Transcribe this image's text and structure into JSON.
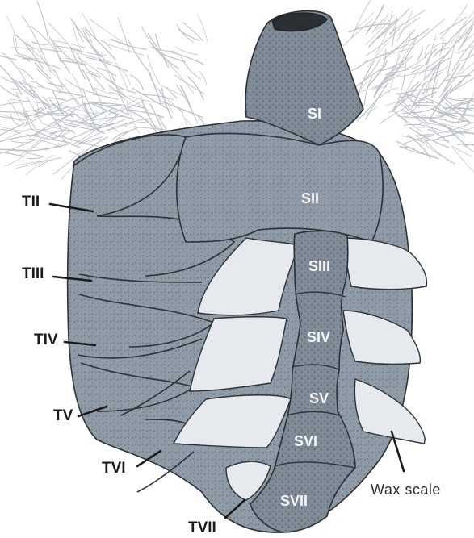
{
  "labels": {
    "tergites": [
      "TII",
      "TIII",
      "TIV",
      "TV",
      "TVI",
      "TVII"
    ],
    "sternites": [
      "SI",
      "SII",
      "SIII",
      "SIV",
      "SV",
      "SVI",
      "SVII"
    ],
    "wax_scale": "Wax scale"
  },
  "colors": {
    "body_gray": "#8f9ba6",
    "body_dark": "#7b8793",
    "wax_scale_fill": "#e6eaee",
    "hair": "#b9bfc4",
    "outline": "#2c3136"
  }
}
